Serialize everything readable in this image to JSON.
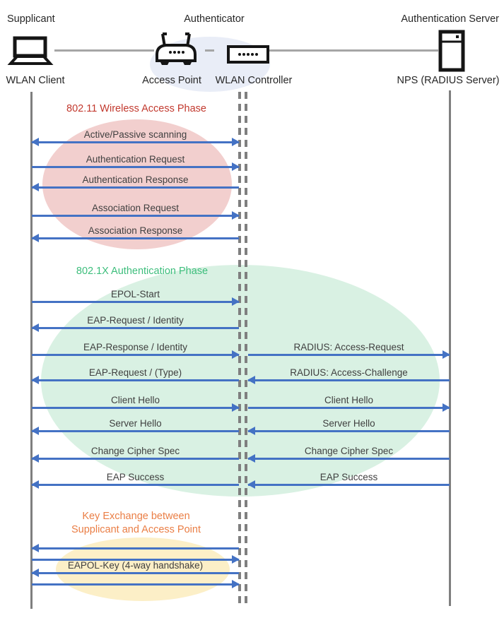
{
  "actors": {
    "roles": [
      "Supplicant",
      "Authenticator",
      "Authentication Server"
    ],
    "devices": [
      "WLAN Client",
      "Access Point",
      "WLAN Controller",
      "NPS (RADIUS Server)"
    ]
  },
  "phases": [
    {
      "title": "802.11 Wireless Access Phase"
    },
    {
      "title": "802.1X Authentication Phase"
    },
    {
      "title": "Key Exchange between",
      "title2": "Supplicant and Access Point"
    }
  ],
  "messages_left": [
    {
      "label": "Active/Passive scanning",
      "direction": "both"
    },
    {
      "label": "Authentication Request",
      "direction": "right"
    },
    {
      "label": "Authentication Response",
      "direction": "left"
    },
    {
      "label": "Association Request",
      "direction": "right"
    },
    {
      "label": "Association Response",
      "direction": "left"
    },
    {
      "label": "EPOL-Start",
      "direction": "right"
    },
    {
      "label": "EAP-Request / Identity",
      "direction": "left"
    },
    {
      "label": "EAP-Response / Identity",
      "direction": "right"
    },
    {
      "label": "EAP-Request / (Type)",
      "direction": "left"
    },
    {
      "label": "Client Hello",
      "direction": "right"
    },
    {
      "label": "Server Hello",
      "direction": "left"
    },
    {
      "label": "Change Cipher Spec",
      "direction": "left"
    },
    {
      "label": "EAP Success",
      "direction": "left"
    },
    {
      "label": "",
      "direction": "left"
    },
    {
      "label": "",
      "direction": "right"
    },
    {
      "label": "EAPOL-Key (4-way handshake)",
      "direction": "left"
    },
    {
      "label": "",
      "direction": "right"
    }
  ],
  "messages_right": [
    {
      "label": "RADIUS: Access-Request",
      "direction": "right"
    },
    {
      "label": "RADIUS: Access-Challenge",
      "direction": "left"
    },
    {
      "label": "Client Hello",
      "direction": "right"
    },
    {
      "label": "Server Hello",
      "direction": "left"
    },
    {
      "label": "Change Cipher Spec",
      "direction": "left"
    },
    {
      "label": "EAP Success",
      "direction": "left"
    }
  ],
  "icons": {
    "supplicant": "laptop-icon",
    "access_point": "wireless-router-icon",
    "wlan_controller": "controller-box-icon",
    "server": "server-tower-icon"
  },
  "colors": {
    "arrow_blue": "#4472C4",
    "lifeline_gray": "#7F7F7F",
    "connector_gray": "#A6A6A6",
    "phase1_title": "#C2392E",
    "phase2_title": "#3DBE7C",
    "phase3_title": "#EA7E45",
    "phase1_ellipse": "#F2CFCE",
    "phase2_ellipse": "#D9F1E3",
    "phase3_ellipse": "#FCEFC7",
    "authenticator_ellipse": "#E9EDF7",
    "label_text": "#3F3F3F"
  }
}
